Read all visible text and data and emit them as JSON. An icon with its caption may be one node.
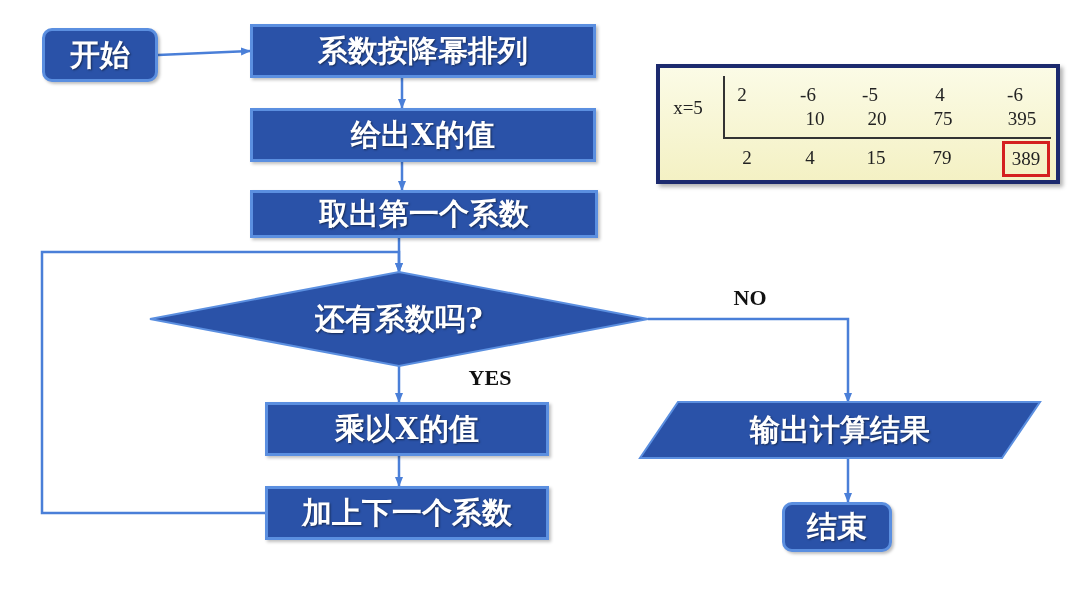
{
  "diagram": {
    "nodes": [
      {
        "text": [
          "开始"
        ]
      },
      {
        "text": [
          "系数按降幂排列"
        ]
      },
      {
        "text": [
          "给出X的值"
        ]
      },
      {
        "text": [
          "取出第一个系数"
        ]
      },
      {
        "text": [
          "还有系数吗?"
        ]
      },
      {
        "text": [
          "乘以X的值"
        ]
      },
      {
        "text": [
          "加上下一个系数"
        ]
      },
      {
        "text": [
          "输出计算结果"
        ]
      },
      {
        "text": [
          "结束"
        ]
      }
    ],
    "edges": [
      {
        "from": 0,
        "to": 1,
        "arrow": "to"
      },
      {
        "from": 1,
        "to": 2,
        "arrow": "to"
      },
      {
        "from": 2,
        "to": 3,
        "arrow": "to"
      },
      {
        "from": 3,
        "to": 4,
        "arrow": "to"
      },
      {
        "from": 4,
        "to": 5,
        "arrow": "to",
        "label": "YES"
      },
      {
        "from": 5,
        "to": 6,
        "arrow": "to"
      },
      {
        "from": 6,
        "to": 4,
        "arrow": "to"
      },
      {
        "from": 4,
        "to": 7,
        "arrow": "to",
        "label": "NO"
      },
      {
        "from": 7,
        "to": 8,
        "arrow": "to"
      }
    ],
    "labels": [
      "x=5",
      "2",
      "-6",
      "-5",
      "4",
      "-6",
      "10",
      "20",
      "75",
      "395",
      "2",
      "4",
      "15",
      "79",
      "389"
    ]
  }
}
